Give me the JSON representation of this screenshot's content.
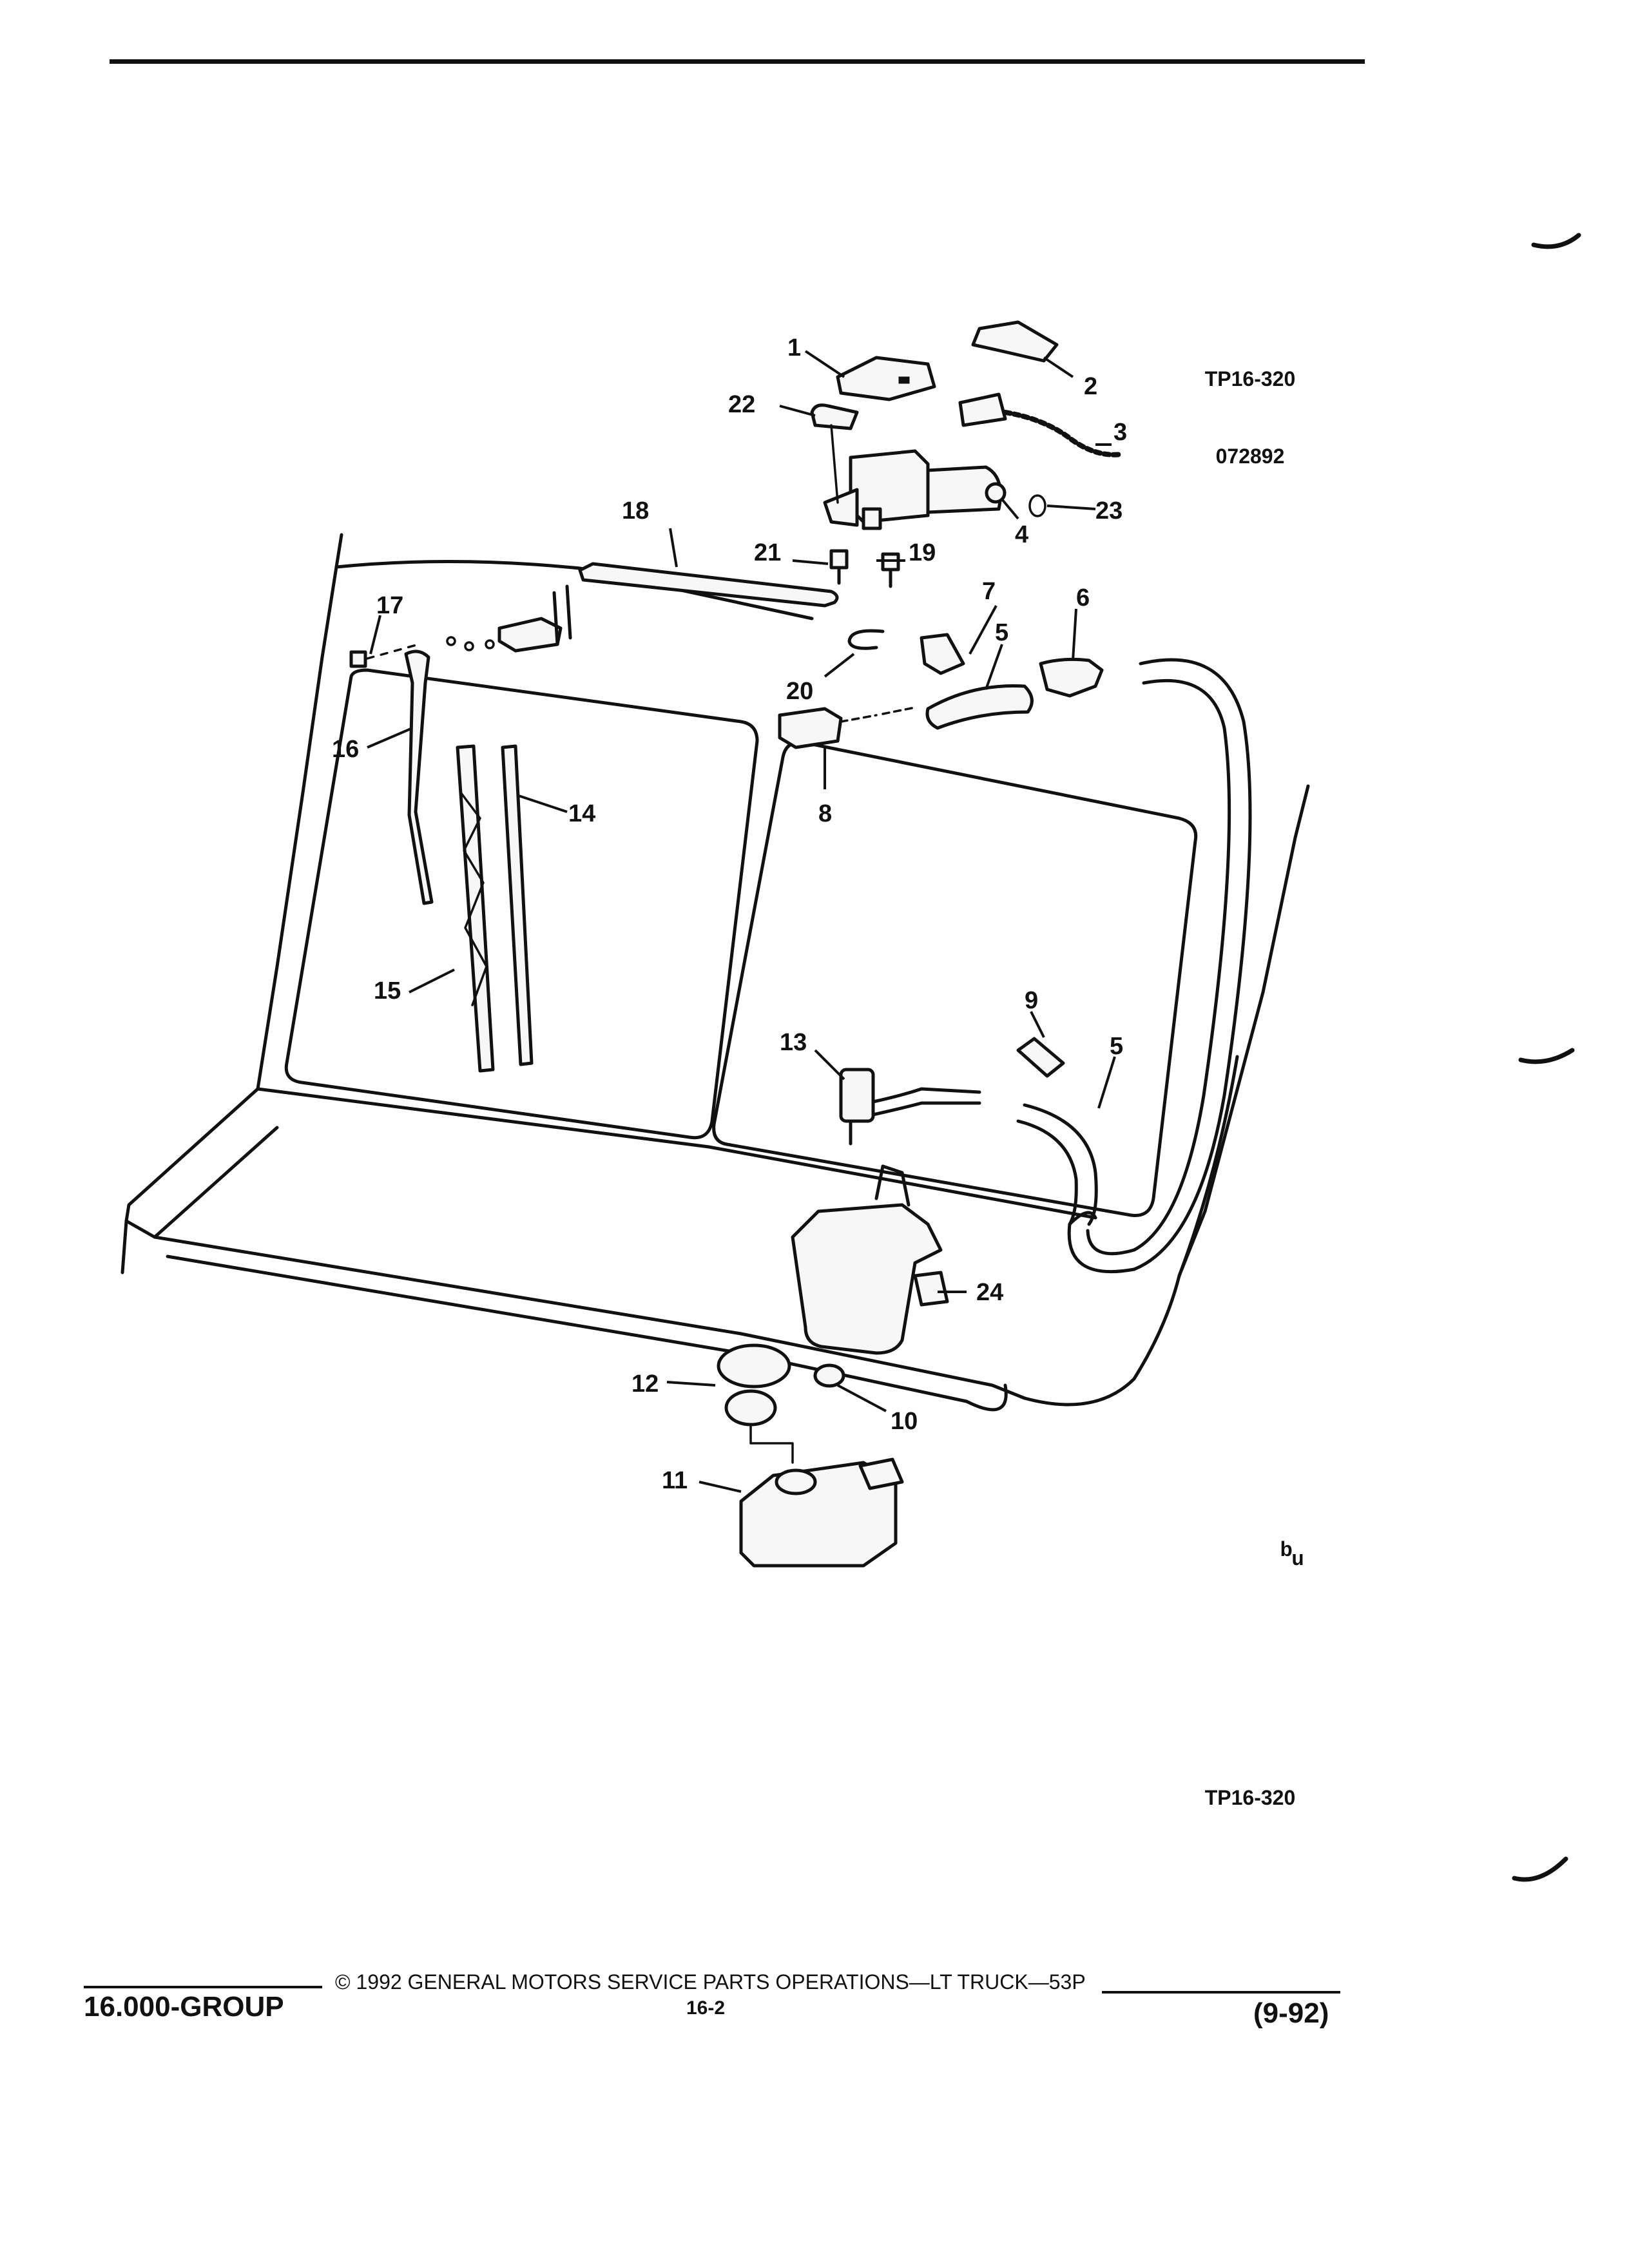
{
  "header": {
    "figure_id": "TP16-320",
    "figure_date": "072892"
  },
  "diagram": {
    "callouts": [
      "1",
      "2",
      "3",
      "4",
      "5",
      "5",
      "6",
      "7",
      "8",
      "9",
      "10",
      "11",
      "12",
      "13",
      "14",
      "15",
      "16",
      "17",
      "18",
      "19",
      "20",
      "21",
      "22",
      "23",
      "24"
    ]
  },
  "figure_ref_bottom": "TP16-320",
  "margin_marks": [
    "ᵇᵤ"
  ],
  "footer": {
    "group": "16.000-GROUP",
    "copyright": "©  1992  GENERAL MOTORS SERVICE PARTS OPERATIONS—LT TRUCK—53P",
    "page": "16-2",
    "date": "(9-92)"
  }
}
